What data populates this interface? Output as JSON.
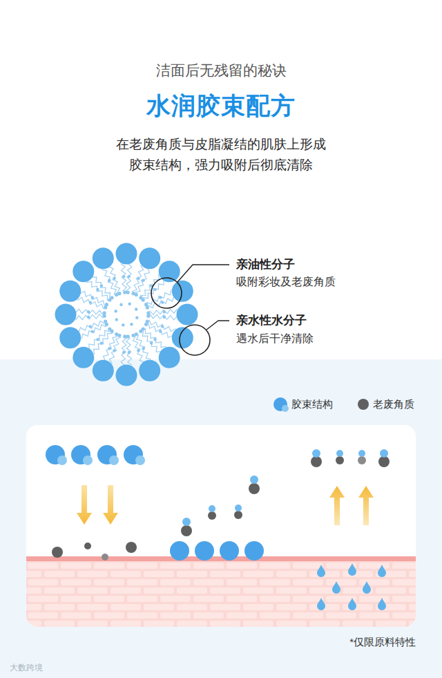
{
  "diagram": {
    "title": "水润胶束配方",
    "labels": [
      "洁面后无残留的秘诀",
      "在老废角质与皮脂凝结的肌肤上形成 胶束结构，强力吸附后彻底清除",
      "亲油性分子",
      "吸附彩妆及老废角质",
      "亲水性水分子",
      "遇水后干净清除",
      "*仅限原料特性",
      "大数跨境"
    ],
    "legend": [
      {
        "text": "胶束结构",
        "color": "#4aa3e8"
      },
      {
        "text": "老废角质",
        "color": "#606060"
      }
    ]
  }
}
